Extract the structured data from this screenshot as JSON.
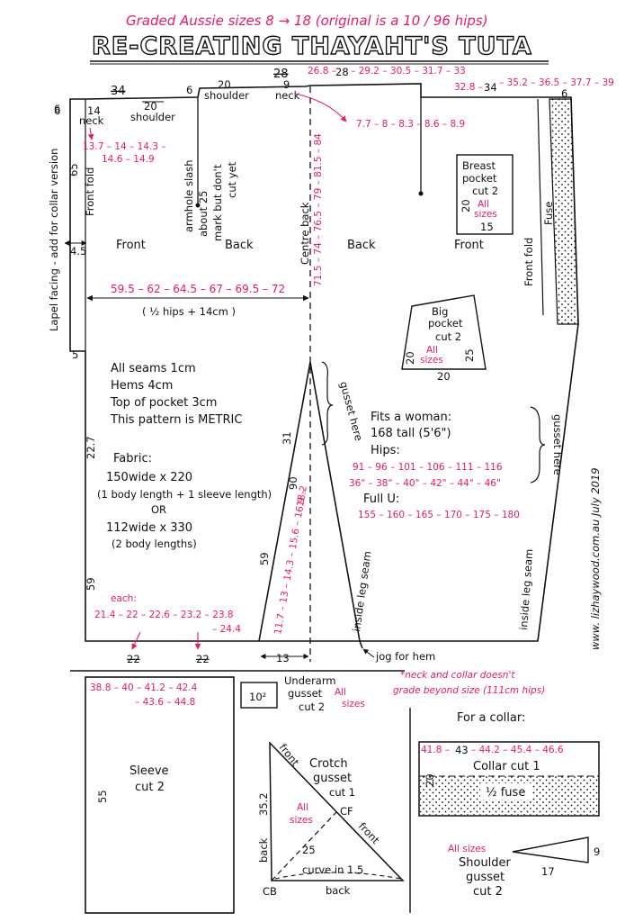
{
  "colors": {
    "ink": "#111111",
    "pink": "#e8196b"
  },
  "header": {
    "graded": "Graded Aussie sizes 8 → 18 (original is a 10 / 96 hips)",
    "title": "RE-CREATING THAYAHT'S TUTA"
  },
  "body": {
    "top_left_6": "6",
    "top_34": "34",
    "top_20a": "20",
    "top_6b": "6",
    "top_20b": "20",
    "shoulder_r": "shoulder",
    "top_28s": "28",
    "top_9": "9",
    "neck_r": "neck",
    "chain_28": "28",
    "chain_268": "26.8 –",
    "chain_rest": "– 29.2 – 30.5 – 31.7 – 33",
    "top_right_34": "34",
    "chain_right_pre": "32.8 –",
    "chain_right_rest": "– 35.2 – 36.5 – 37.7 – 39",
    "top_right_6": "6",
    "neck_14": "14",
    "neck_l": "neck",
    "shoulder_l": "shoulder",
    "left_6": "6",
    "neck_red1": "13.7 – 14 – 14.3 –",
    "neck_red2": "14.6 – 14.9",
    "back_neck_red": "7.7 – 8 – 8.3 – 8.6 – 8.9",
    "front_fold_l": "Front fold",
    "dim_65": "65",
    "armhole_1": "armhole slash",
    "armhole_2": "about 25",
    "armhole_3": "mark but don't",
    "armhole_4": "cut yet",
    "centre_back": "Centre back",
    "centre_red": "71.5 – 74 – 76.5 – 79 – 81.5 – 84",
    "lapel": "Lapel facing - add for collar version",
    "dim_45": "4.5",
    "label_front_l": "Front",
    "label_back_l": "Back",
    "label_back_r": "Back",
    "label_front_r": "Front",
    "front_fold_r": "Front fold",
    "fuse": "Fuse",
    "breast_1": "Breast",
    "breast_2": "pocket",
    "breast_3": "cut 2",
    "breast_all1": "All",
    "breast_all2": "sizes",
    "breast_20": "20",
    "breast_15": "15",
    "width_red": "59.5 – 62 – 64.5 – 67 – 69.5 – 72",
    "width_note": "( ½ hips + 14cm )",
    "big_1": "Big",
    "big_2": "pocket",
    "big_3": "cut 2",
    "big_all1": "All",
    "big_all2": "sizes",
    "big_20l": "20",
    "big_25": "25",
    "big_20b": "20",
    "dim_5": "5",
    "notes": [
      "All seams 1cm",
      "Hems 4cm",
      "Top of pocket 3cm",
      "This pattern is METRIC"
    ],
    "gusset_here_l": "gusset here",
    "dim_227": "22.7",
    "fits_1": "Fits a woman:",
    "fits_2": "168 tall  (5'6\")",
    "fits_hips": "Hips:",
    "hips_cm": "91 – 96 – 101 – 106 – 111 – 116",
    "hips_in": "36\" – 38\" – 40\" – 42\" – 44\" – 46\"",
    "full_u": "Full U:",
    "full_u_red": "155 – 160 – 165 – 170 – 175 – 180",
    "gusset_here_r": "gusset here",
    "fabric": "Fabric:",
    "fabric_1": "150wide x 220",
    "fabric_2": "(1 body length + 1 sleeve length)",
    "fabric_or": "OR",
    "fabric_3": "112wide x 330",
    "fabric_4": "(2 body lengths)",
    "dim_31": "31",
    "dim_90": "90",
    "dim_59a": "59",
    "crotch_red1": "11.7 – 13 – 14.3 – 15.6 – 16.9 –",
    "crotch_red2": "18.2",
    "inside_leg_1": "inside leg seam",
    "inside_leg_2": "inside leg seam",
    "dim_59b": "59",
    "each": "each:",
    "each_1": "21.4 – 22 – 22.6 – 23.2 – 23.8",
    "each_2": "– 24.4",
    "bottom_22a": "22",
    "bottom_22b": "22",
    "bottom_13": "13",
    "jog": "jog for hem",
    "website": "www. lizhaywood.com.au   July 2019"
  },
  "lower": {
    "sleeve_red1": "38.8 – 40 – 41.2 – 42.4",
    "sleeve_red2": "– 43.6 – 44.8",
    "sleeve_40": "40",
    "sleeve_label": "Sleeve",
    "sleeve_cut": "cut 2",
    "sleeve_55": "55",
    "ug_sq": "10²",
    "ug_1": "Underarm",
    "ug_2": "gusset",
    "ug_3": "cut 2",
    "ug_all": "All",
    "ug_sizes": "sizes",
    "neck_note1": "*neck and collar doesn't",
    "neck_note2": "grade beyond size (111cm hips)",
    "cg_front_l": "front",
    "cg_1": "Crotch",
    "cg_2": "gusset",
    "cg_3": "cut 1",
    "cg_352": "35.2",
    "cg_back_l": "back",
    "cg_all1": "All",
    "cg_all2": "sizes",
    "cg_cf": "CF",
    "cg_front_r": "front",
    "cg_25": "25",
    "cg_curve": "curve in 1.5",
    "cg_cb": "CB",
    "cg_back_b": "back",
    "for_collar": "For a collar:",
    "collar_red_a": "41.8 –",
    "collar_43": "43",
    "collar_red_b": "– 44.2 – 45.4 – 46.6",
    "collar_20": "20",
    "collar_label": "Collar  cut 1",
    "collar_fuse": "½  fuse",
    "sg_all": "All sizes",
    "sg_9": "9",
    "sg_1": "Shoulder",
    "sg_2": "gusset",
    "sg_3": "cut 2",
    "sg_17": "17"
  }
}
